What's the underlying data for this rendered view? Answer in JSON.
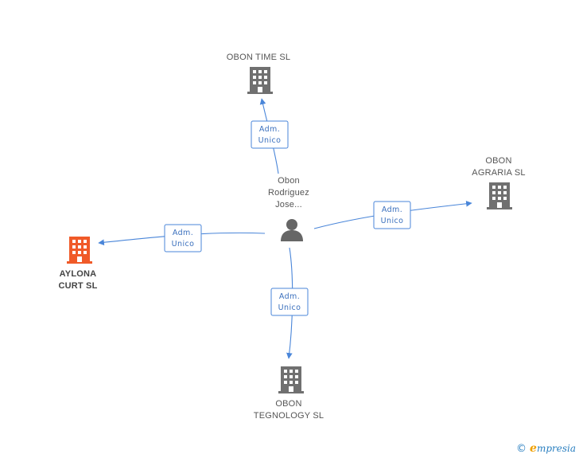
{
  "colors": {
    "edge": "#4a86d9",
    "company": "#707070",
    "company_highlight": "#f05a28",
    "person": "#666666",
    "brand": "#2a7fc0",
    "brand_accent": "#f0a000"
  },
  "center": {
    "name_lines": [
      "Obon",
      "Rodriguez",
      "Jose..."
    ],
    "icon": "person-icon"
  },
  "companies": [
    {
      "id": "obon-time",
      "name_lines": [
        "OBON TIME SL"
      ],
      "icon": "building-icon",
      "highlight": false
    },
    {
      "id": "obon-agraria",
      "name_lines": [
        "OBON",
        "AGRARIA SL"
      ],
      "icon": "building-icon",
      "highlight": false
    },
    {
      "id": "aylona-curt",
      "name_lines": [
        "AYLONA",
        "CURT SL"
      ],
      "icon": "building-icon",
      "highlight": true
    },
    {
      "id": "obon-tegnology",
      "name_lines": [
        "OBON",
        "TEGNOLOGY SL"
      ],
      "icon": "building-icon",
      "highlight": false
    }
  ],
  "edges": [
    {
      "to": "obon-time",
      "label_lines": [
        "Adm.",
        "Unico"
      ]
    },
    {
      "to": "obon-agraria",
      "label_lines": [
        "Adm.",
        "Unico"
      ]
    },
    {
      "to": "aylona-curt",
      "label_lines": [
        "Adm.",
        "Unico"
      ]
    },
    {
      "to": "obon-tegnology",
      "label_lines": [
        "Adm.",
        "Unico"
      ]
    }
  ],
  "brand": {
    "copyright": "©",
    "name_first": "e",
    "name_rest": "mpresia"
  }
}
